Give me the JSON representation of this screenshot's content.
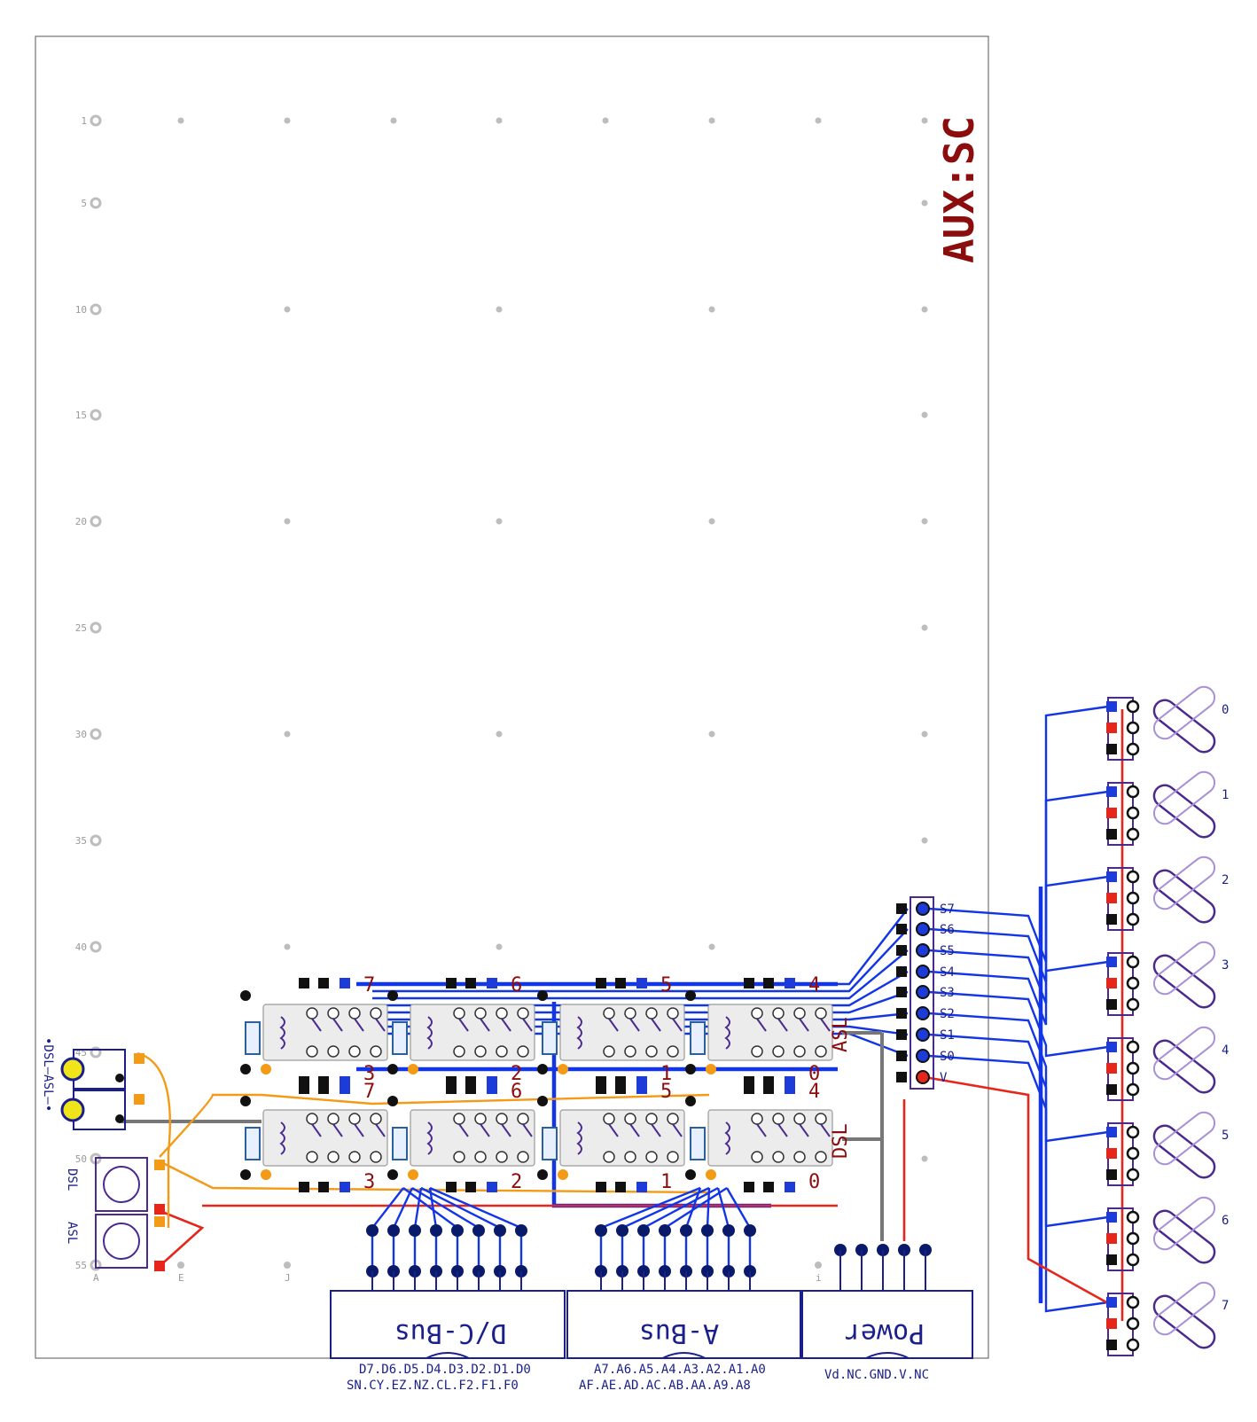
{
  "board": {
    "title": "AUX:SC",
    "row_labels": [
      "1",
      "5",
      "10",
      "15",
      "20",
      "25",
      "30",
      "35",
      "40",
      "45",
      "50",
      "55"
    ],
    "col_labels": [
      "A",
      "E",
      "J",
      "i"
    ]
  },
  "relay_rows": {
    "top_label": "ASL",
    "bottom_label": "DSL",
    "top_numbers": [
      "7",
      "6",
      "5",
      "4"
    ],
    "top_lower_numbers": [
      "3",
      "2",
      "1",
      "0"
    ],
    "bottom_numbers": [
      "7",
      "6",
      "5",
      "4"
    ],
    "bottom_lower_numbers": [
      "3",
      "2",
      "1",
      "0"
    ]
  },
  "selector": {
    "pins": [
      "S7",
      "S6",
      "S5",
      "S4",
      "S3",
      "S2",
      "S1",
      "S0",
      "V"
    ]
  },
  "buttons": {
    "side_label": "•DSL—ASL—•",
    "dsl": "DSL",
    "asl": "ASL"
  },
  "connectors": [
    {
      "name": "D/C-Bus",
      "pins_top": "D7.D6.D5.D4.D3.D2.D1.D0",
      "pins_bottom": "SN.CY.EZ.NZ.CL.F2.F1.F0"
    },
    {
      "name": "A-Bus",
      "pins_top": "A7.A6.A5.A4.A3.A2.A1.A0",
      "pins_bottom": "AF.AE.AD.AC.AB.AA.A9.A8"
    },
    {
      "name": "Power",
      "pins_top": "Vd.NC.GND.V.NC",
      "pins_bottom": ""
    }
  ],
  "switches": {
    "labels": [
      "0",
      "1",
      "2",
      "3",
      "4",
      "5",
      "6",
      "7"
    ]
  },
  "colors": {
    "blue_trace": "#1236e6",
    "red_trace": "#e5261b",
    "orange_trace": "#f39a16",
    "gray_trace": "#777777",
    "label_dark_red": "#8b0d0d",
    "label_navy": "#1a1f8a",
    "outline_purple": "#4b2a8f"
  }
}
